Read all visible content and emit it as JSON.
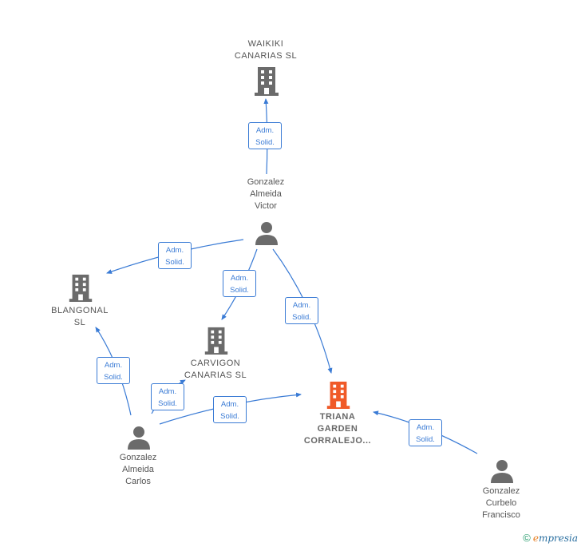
{
  "nodes": {
    "waikiki": {
      "label_line1": "WAIKIKI",
      "label_line2": "CANARIAS  SL",
      "type": "company",
      "icon": "building-icon",
      "color": "#6b6b6b"
    },
    "gonzalez_victor": {
      "label_line1": "Gonzalez",
      "label_line2": "Almeida",
      "label_line3": "Victor",
      "type": "person",
      "icon": "person-icon",
      "color": "#6b6b6b"
    },
    "blangonal": {
      "label_line1": "BLANGONAL",
      "label_line2": "SL",
      "type": "company",
      "icon": "building-icon",
      "color": "#6b6b6b"
    },
    "carvigon": {
      "label_line1": "CARVIGON",
      "label_line2": "CANARIAS  SL",
      "type": "company",
      "icon": "building-icon",
      "color": "#6b6b6b"
    },
    "triana": {
      "label_line1": "TRIANA",
      "label_line2": "GARDEN",
      "label_line3": "CORRALEJO...",
      "type": "company",
      "icon": "building-icon",
      "color": "#f05a28"
    },
    "gonzalez_carlos": {
      "label_line1": "Gonzalez",
      "label_line2": "Almeida",
      "label_line3": "Carlos",
      "type": "person",
      "icon": "person-icon",
      "color": "#6b6b6b"
    },
    "gonzalez_francisco": {
      "label_line1": "Gonzalez",
      "label_line2": "Curbelo",
      "label_line3": "Francisco",
      "type": "person",
      "icon": "person-icon",
      "color": "#6b6b6b"
    }
  },
  "edges": [
    {
      "from": "gonzalez_victor",
      "to": "waikiki",
      "line1": "Adm.",
      "line2": "Solid."
    },
    {
      "from": "gonzalez_victor",
      "to": "blangonal",
      "line1": "Adm.",
      "line2": "Solid."
    },
    {
      "from": "gonzalez_victor",
      "to": "carvigon",
      "line1": "Adm.",
      "line2": "Solid."
    },
    {
      "from": "gonzalez_victor",
      "to": "triana",
      "line1": "Adm.",
      "line2": "Solid."
    },
    {
      "from": "gonzalez_carlos",
      "to": "blangonal",
      "line1": "Adm.",
      "line2": "Solid."
    },
    {
      "from": "gonzalez_carlos",
      "to": "carvigon",
      "line1": "Adm.",
      "line2": "Solid."
    },
    {
      "from": "gonzalez_carlos",
      "to": "triana",
      "line1": "Adm.",
      "line2": "Solid."
    },
    {
      "from": "gonzalez_francisco",
      "to": "triana",
      "line1": "Adm.",
      "line2": "Solid."
    }
  ],
  "edge_color": "#3a7bd5",
  "brand": {
    "copyright_symbol": "©",
    "first_letter": "e",
    "rest": "mpresia"
  }
}
